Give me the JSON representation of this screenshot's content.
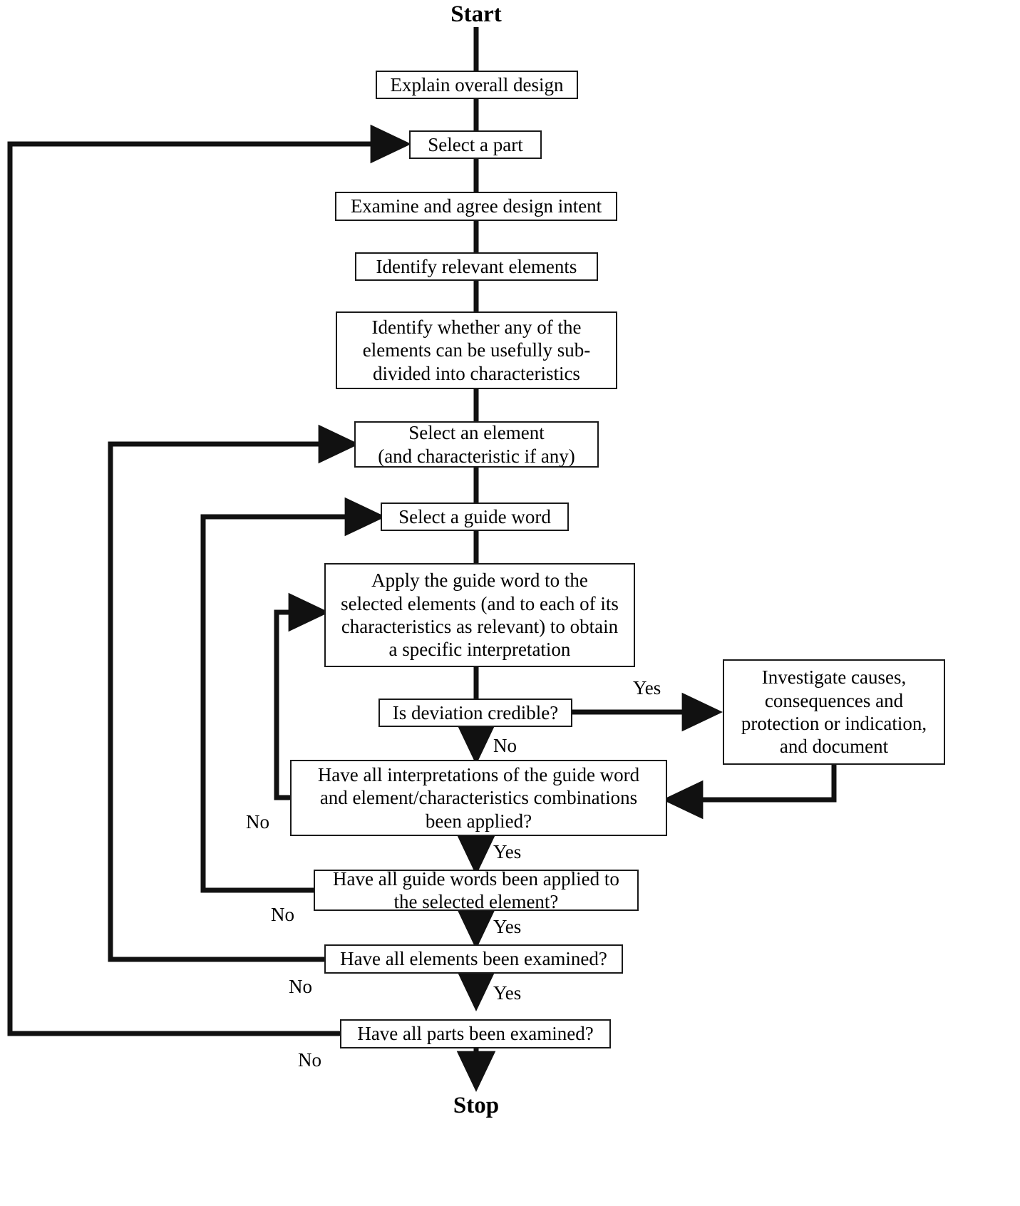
{
  "diagram": {
    "title_start": "Start",
    "title_stop": "Stop",
    "line_color": "#111111",
    "box_border_color": "#1a1a1a",
    "background": "#ffffff"
  },
  "nodes": {
    "start": "Start",
    "explain_overall_design": "Explain overall design",
    "select_a_part": "Select a part",
    "examine_agree_design_intent": "Examine and agree design intent",
    "identify_relevant_elements": "Identify relevant elements",
    "identify_subdivide": "Identify whether any of the\nelements can be usefully sub-\ndivided into characteristics",
    "select_an_element": "Select an element\n(and characteristic if any)",
    "select_a_guide_word": "Select a guide word",
    "apply_guide_word": "Apply the guide word to the\nselected elements (and to each of its\ncharacteristics as relevant) to obtain\na specific interpretation",
    "is_deviation_credible": "Is deviation credible?",
    "investigate_causes": "Investigate causes,\nconsequences and\nprotection or indication,\nand document",
    "have_all_interpretations": "Have all interpretations of the guide word\nand element/characteristics combinations\nbeen applied?",
    "have_all_guide_words": "Have all guide words been applied to\nthe selected element?",
    "have_all_elements": "Have all elements been examined?",
    "have_all_parts": "Have all parts been examined?",
    "stop": "Stop"
  },
  "edge_labels": {
    "deviation_yes": "Yes",
    "deviation_no": "No",
    "interpretations_no": "No",
    "interpretations_yes": "Yes",
    "guide_words_no": "No",
    "guide_words_yes": "Yes",
    "elements_no": "No",
    "elements_yes": "Yes",
    "parts_no": "No"
  }
}
